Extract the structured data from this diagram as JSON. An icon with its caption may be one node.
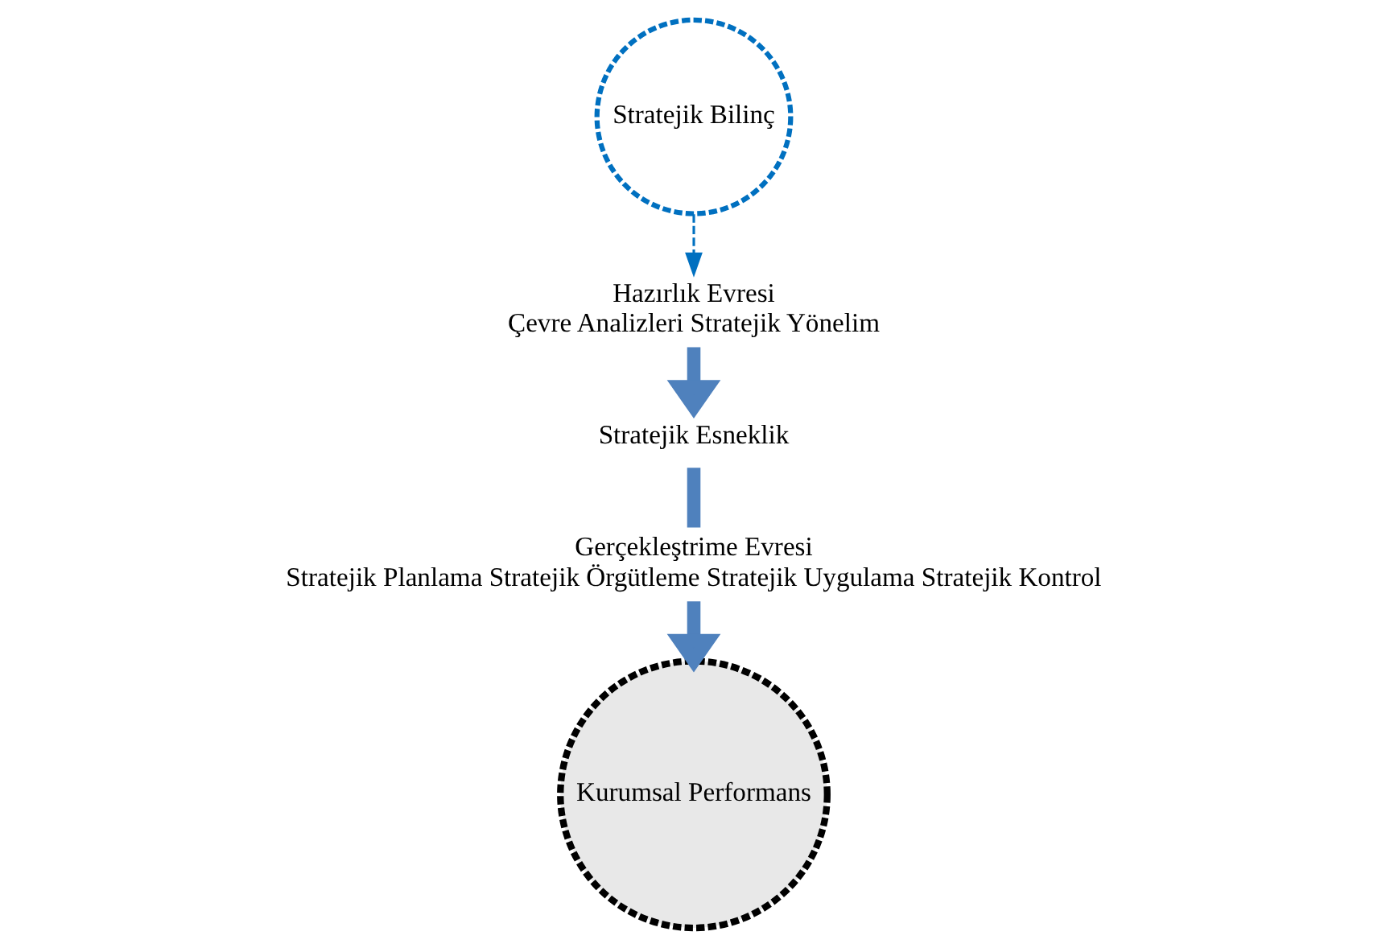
{
  "diagram": {
    "nodes": [
      {
        "text": [
          "Stratejik Bilinç"
        ]
      },
      {
        "text": [
          "Hazırlık Evresi",
          "Çevre Analizleri Stratejik Yönelim"
        ]
      },
      {
        "text": [
          "Stratejik Esneklik"
        ]
      },
      {
        "text": [
          "Gerçekleştrime Evresi",
          "Stratejik Planlama Stratejik Örgütleme Stratejik Uygulama Stratejik Kontrol"
        ]
      },
      {
        "text": [
          "Kurumsal Performans"
        ]
      }
    ],
    "edges": [
      {
        "from": 0,
        "to": 1,
        "arrow": "to",
        "style": "dashed",
        "color": "#0070c0"
      },
      {
        "from": 1,
        "to": 2,
        "arrow": "to"
      },
      {
        "from": 2,
        "to": 3,
        "arrow": "none"
      },
      {
        "from": 3,
        "to": 4,
        "arrow": "to"
      }
    ]
  }
}
